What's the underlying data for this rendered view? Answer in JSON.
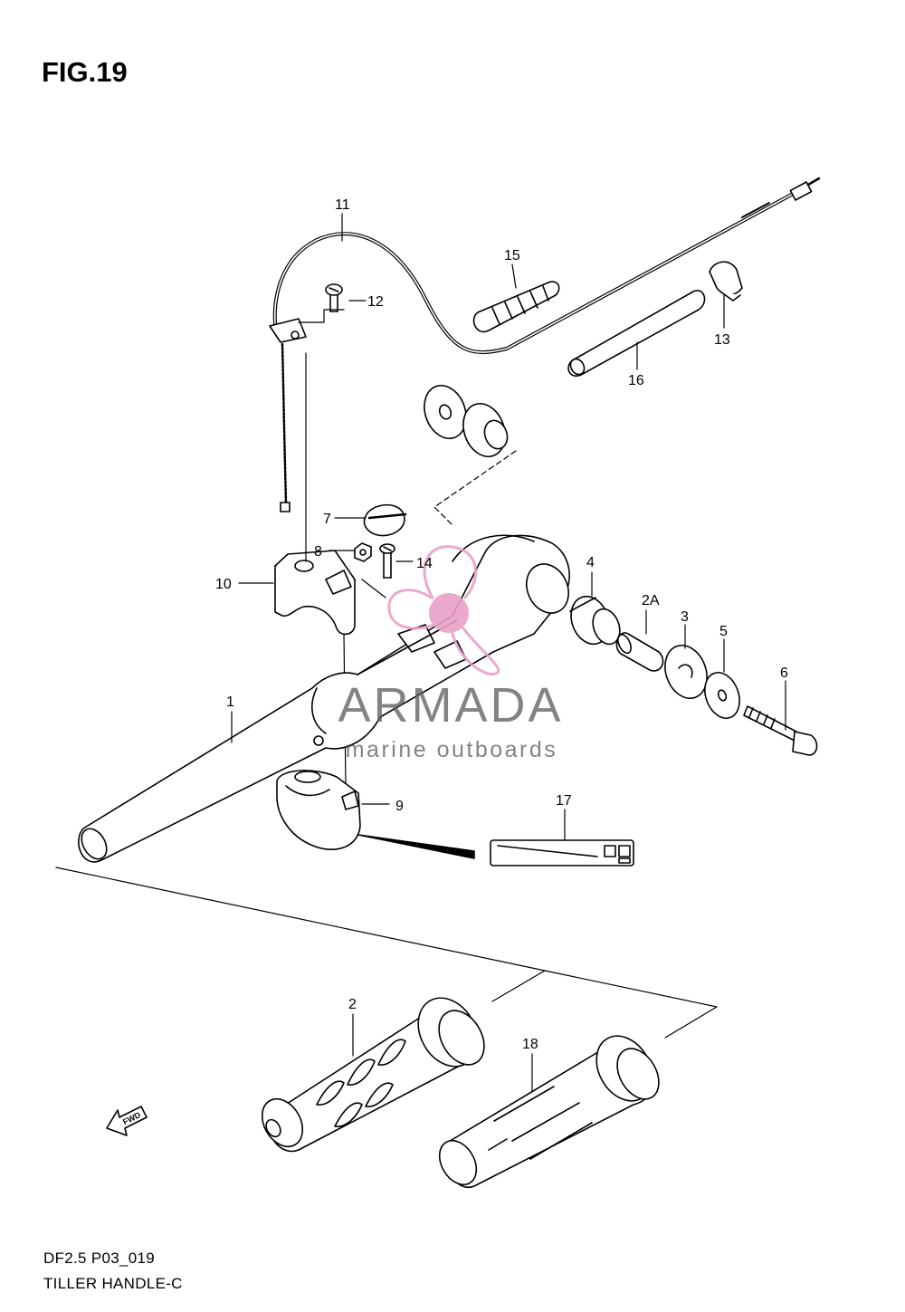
{
  "figure": {
    "title": "FIG.19",
    "code": "DF2.5 P03_019",
    "name": "TILLER HANDLE-C"
  },
  "watermark": {
    "brand": "ARMADA",
    "tagline": "marine outboards",
    "accent_color": "#e8a0c8",
    "text_color": "#5a5a5a"
  },
  "fwd_arrow_label": "FWD",
  "callouts": [
    {
      "id": "c1",
      "text": "1"
    },
    {
      "id": "c2",
      "text": "2"
    },
    {
      "id": "c2a",
      "text": "2A"
    },
    {
      "id": "c3",
      "text": "3"
    },
    {
      "id": "c4",
      "text": "4"
    },
    {
      "id": "c5",
      "text": "5"
    },
    {
      "id": "c6",
      "text": "6"
    },
    {
      "id": "c7",
      "text": "7"
    },
    {
      "id": "c8",
      "text": "8"
    },
    {
      "id": "c9",
      "text": "9"
    },
    {
      "id": "c10",
      "text": "10"
    },
    {
      "id": "c11",
      "text": "11"
    },
    {
      "id": "c12",
      "text": "12"
    },
    {
      "id": "c13",
      "text": "13"
    },
    {
      "id": "c14",
      "text": "14"
    },
    {
      "id": "c15",
      "text": "15"
    },
    {
      "id": "c16",
      "text": "16"
    },
    {
      "id": "c17",
      "text": "17"
    },
    {
      "id": "c18",
      "text": "18"
    }
  ]
}
